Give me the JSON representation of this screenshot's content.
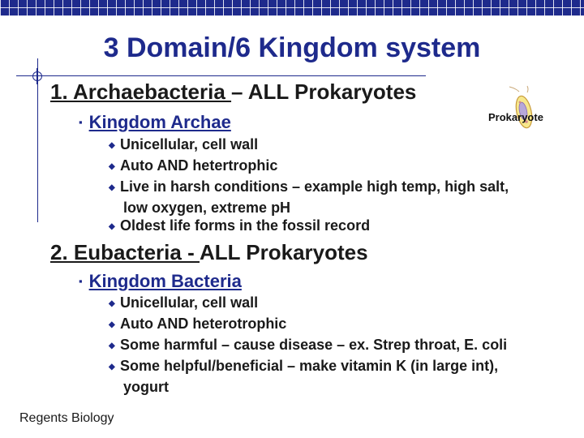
{
  "title": "3 Domain/6 Kingdom system",
  "sections": [
    {
      "heading": "1. Archaebacteria ",
      "heading_suffix": "– ALL Prokaryotes",
      "sub": "Kingdom Archae",
      "bullets": [
        "Unicellular, cell wall",
        "Auto AND hetertrophic",
        "Live in harsh conditions – example high temp, high salt,",
        "low oxygen, extreme pH",
        "Oldest life forms in the fossil record"
      ]
    },
    {
      "heading": "2. Eubacteria - ",
      "heading_suffix": "ALL Prokaryotes",
      "sub": "Kingdom Bacteria",
      "bullets": [
        "Unicellular, cell wall",
        "Auto AND heterotrophic",
        "Some harmful – cause disease – ex. Strep throat, E. coli",
        "Some helpful/beneficial – make vitamin K (in large int),",
        "yogurt"
      ]
    }
  ],
  "image_label": "Prokaryote",
  "footer": "Regents Biology",
  "icons": {
    "level2_marker": "square-bullet-icon",
    "level3_marker": "diamond-bullet-icon"
  },
  "colors": {
    "accent": "#1e2a8c",
    "text": "#1a1a1a"
  }
}
